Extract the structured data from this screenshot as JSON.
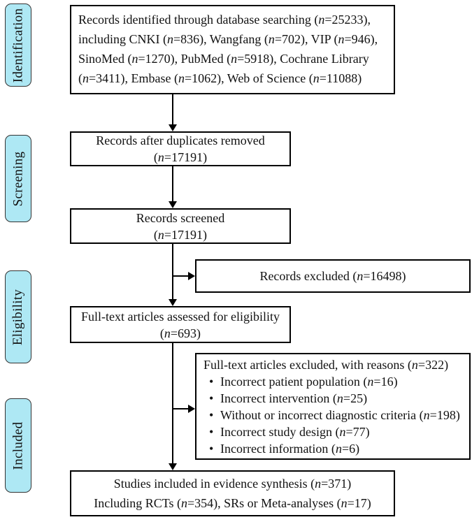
{
  "colors": {
    "background": "#ffffff",
    "text": "#111111",
    "stage_fill": "#aee8f4",
    "stage_border": "#333333",
    "box_border": "#000000"
  },
  "stages": [
    {
      "id": "identification",
      "label": "Identification"
    },
    {
      "id": "screening",
      "label": "Screening"
    },
    {
      "id": "eligibility",
      "label": "Eligibility"
    },
    {
      "id": "included",
      "label": "Included"
    }
  ],
  "boxes": {
    "identified": {
      "lines": [
        "Records identified through database searching (n=25233),",
        "including CNKI (n=836), Wangfang (n=702), VIP (n=946),",
        "SinoMed (n=1270), PubMed (n=5918), Cochrane Library",
        "(n=3411), Embase (n=1062), Web of Science (n=11088)"
      ]
    },
    "duplicates_removed": {
      "lines": [
        "Records after duplicates removed",
        "(n=17191)"
      ]
    },
    "screened": {
      "lines": [
        "Records screened",
        "(n=17191)"
      ]
    },
    "records_excluded": {
      "text": "Records excluded (n=16498)"
    },
    "assessed": {
      "lines": [
        "Full-text articles assessed for eligibility",
        "(n=693)"
      ]
    },
    "fulltext_excluded": {
      "title": "Full-text articles excluded, with reasons (n=322)",
      "reasons": [
        "Incorrect patient population (n=16)",
        "Incorrect intervention (n=25)",
        "Without or incorrect diagnostic criteria (n=198)",
        "Incorrect study design (n=77)",
        "Incorrect information (n=6)"
      ]
    },
    "included_studies": {
      "lines": [
        "Studies included in evidence synthesis (n=371)",
        "Including RCTs (n=354), SRs or Meta-analyses (n=17)"
      ]
    }
  }
}
